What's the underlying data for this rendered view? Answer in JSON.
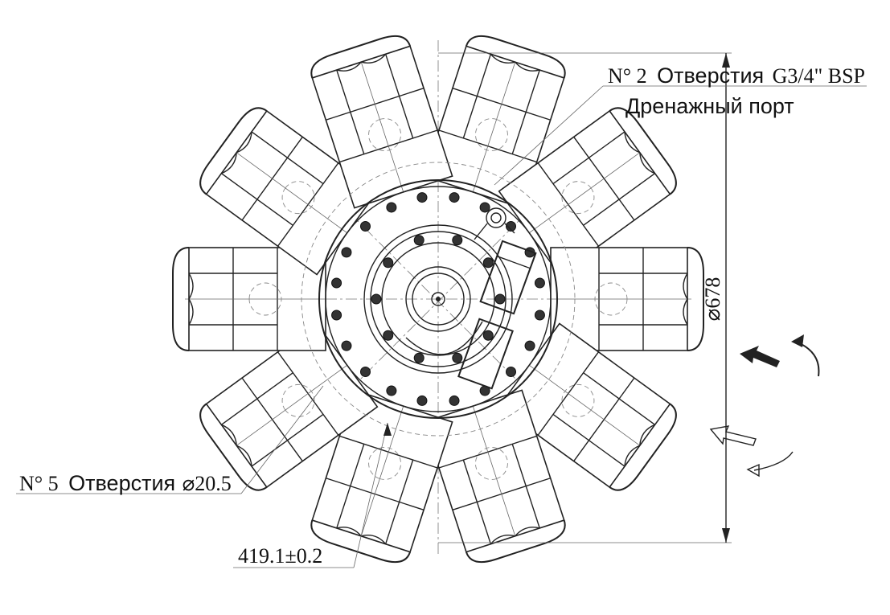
{
  "labels": {
    "drain_holes_prefix": "N° 2",
    "drain_holes_word": "Отверстия",
    "drain_holes_spec": "G3/4\" BSP",
    "drain_port": "Дренажный порт",
    "mount_holes_prefix": "N° 5",
    "mount_holes_word": "Отверстия",
    "mount_holes_spec": "⌀20.5",
    "outer_diameter": "⌀678",
    "pitch_circle": "419.1±0.2"
  }
}
